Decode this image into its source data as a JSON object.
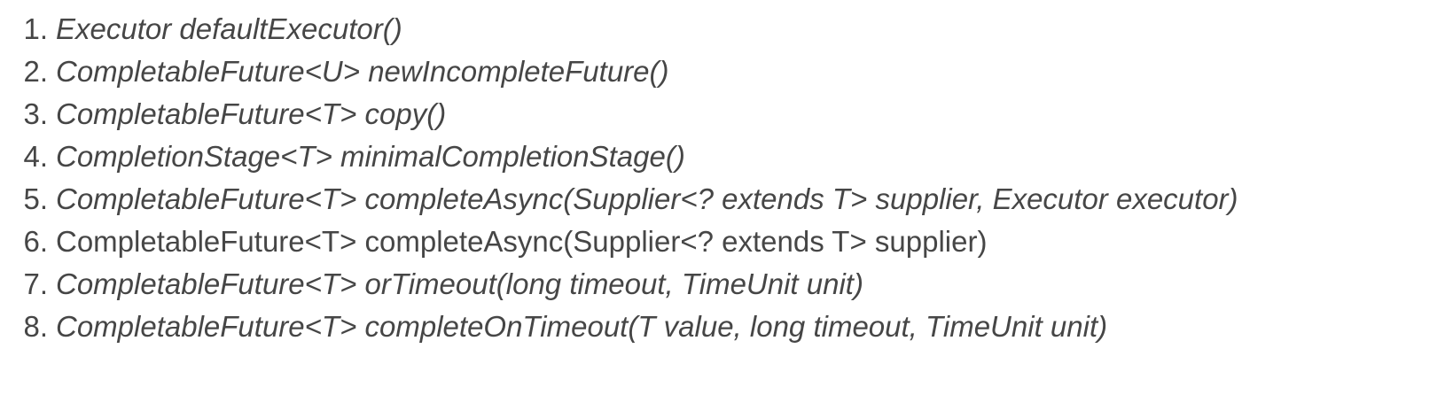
{
  "page": {
    "background": "#ffffff",
    "text_color": "#464646"
  },
  "method_list": {
    "items": [
      {
        "number": "1.",
        "text": "Executor defaultExecutor()"
      },
      {
        "number": "2.",
        "text": "CompletableFuture<U> newIncompleteFuture()"
      },
      {
        "number": "3.",
        "text": "CompletableFuture<T> copy()"
      },
      {
        "number": "4.",
        "text": "CompletionStage<T> minimalCompletionStage()"
      },
      {
        "number": "5.",
        "text": "CompletableFuture<T> completeAsync(Supplier<? extends T> supplier, Executor executor)"
      },
      {
        "number": "6.",
        "text": "CompletableFuture<T> completeAsync(Supplier<? extends T> supplier)"
      },
      {
        "number": "7.",
        "text": "CompletableFuture<T> orTimeout(long timeout, TimeUnit unit)"
      },
      {
        "number": "8.",
        "text": "CompletableFuture<T> completeOnTimeout(T value, long timeout, TimeUnit unit)"
      }
    ]
  }
}
